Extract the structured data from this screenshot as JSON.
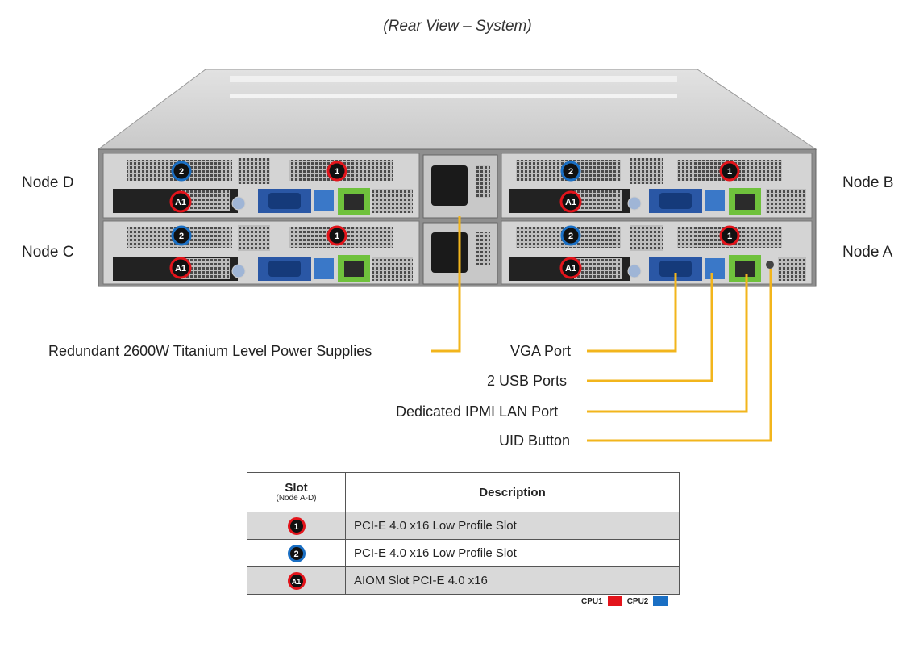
{
  "title": "(Rear View – System)",
  "nodes": {
    "d": "Node D",
    "b": "Node B",
    "c": "Node C",
    "a": "Node A"
  },
  "callouts": {
    "psu": "Redundant  2600W Titanium  Level Power Supplies",
    "vga": "VGA Port",
    "usb": "2 USB Ports",
    "ipmi": "Dedicated IPMI  LAN Port",
    "uid": "UID  Button"
  },
  "table": {
    "slot_header": "Slot",
    "slot_subheader": "(Node A-D)",
    "desc_header": "Description",
    "rows": [
      {
        "badge": "1",
        "description": "PCI-E  4.0 x16 Low Profile Slot"
      },
      {
        "badge": "2",
        "description": "PCI-E  4.0 x16 Low Profile Slot"
      },
      {
        "badge": "A1",
        "description": "AIOM Slot PCI-E  4.0 x16"
      }
    ]
  },
  "legend": {
    "cpu1": "CPU1",
    "cpu2": "CPU2",
    "cpu1_color": "#e3141b",
    "cpu2_color": "#1a6fc4"
  },
  "colors": {
    "callout_line": "#f2b51c"
  }
}
